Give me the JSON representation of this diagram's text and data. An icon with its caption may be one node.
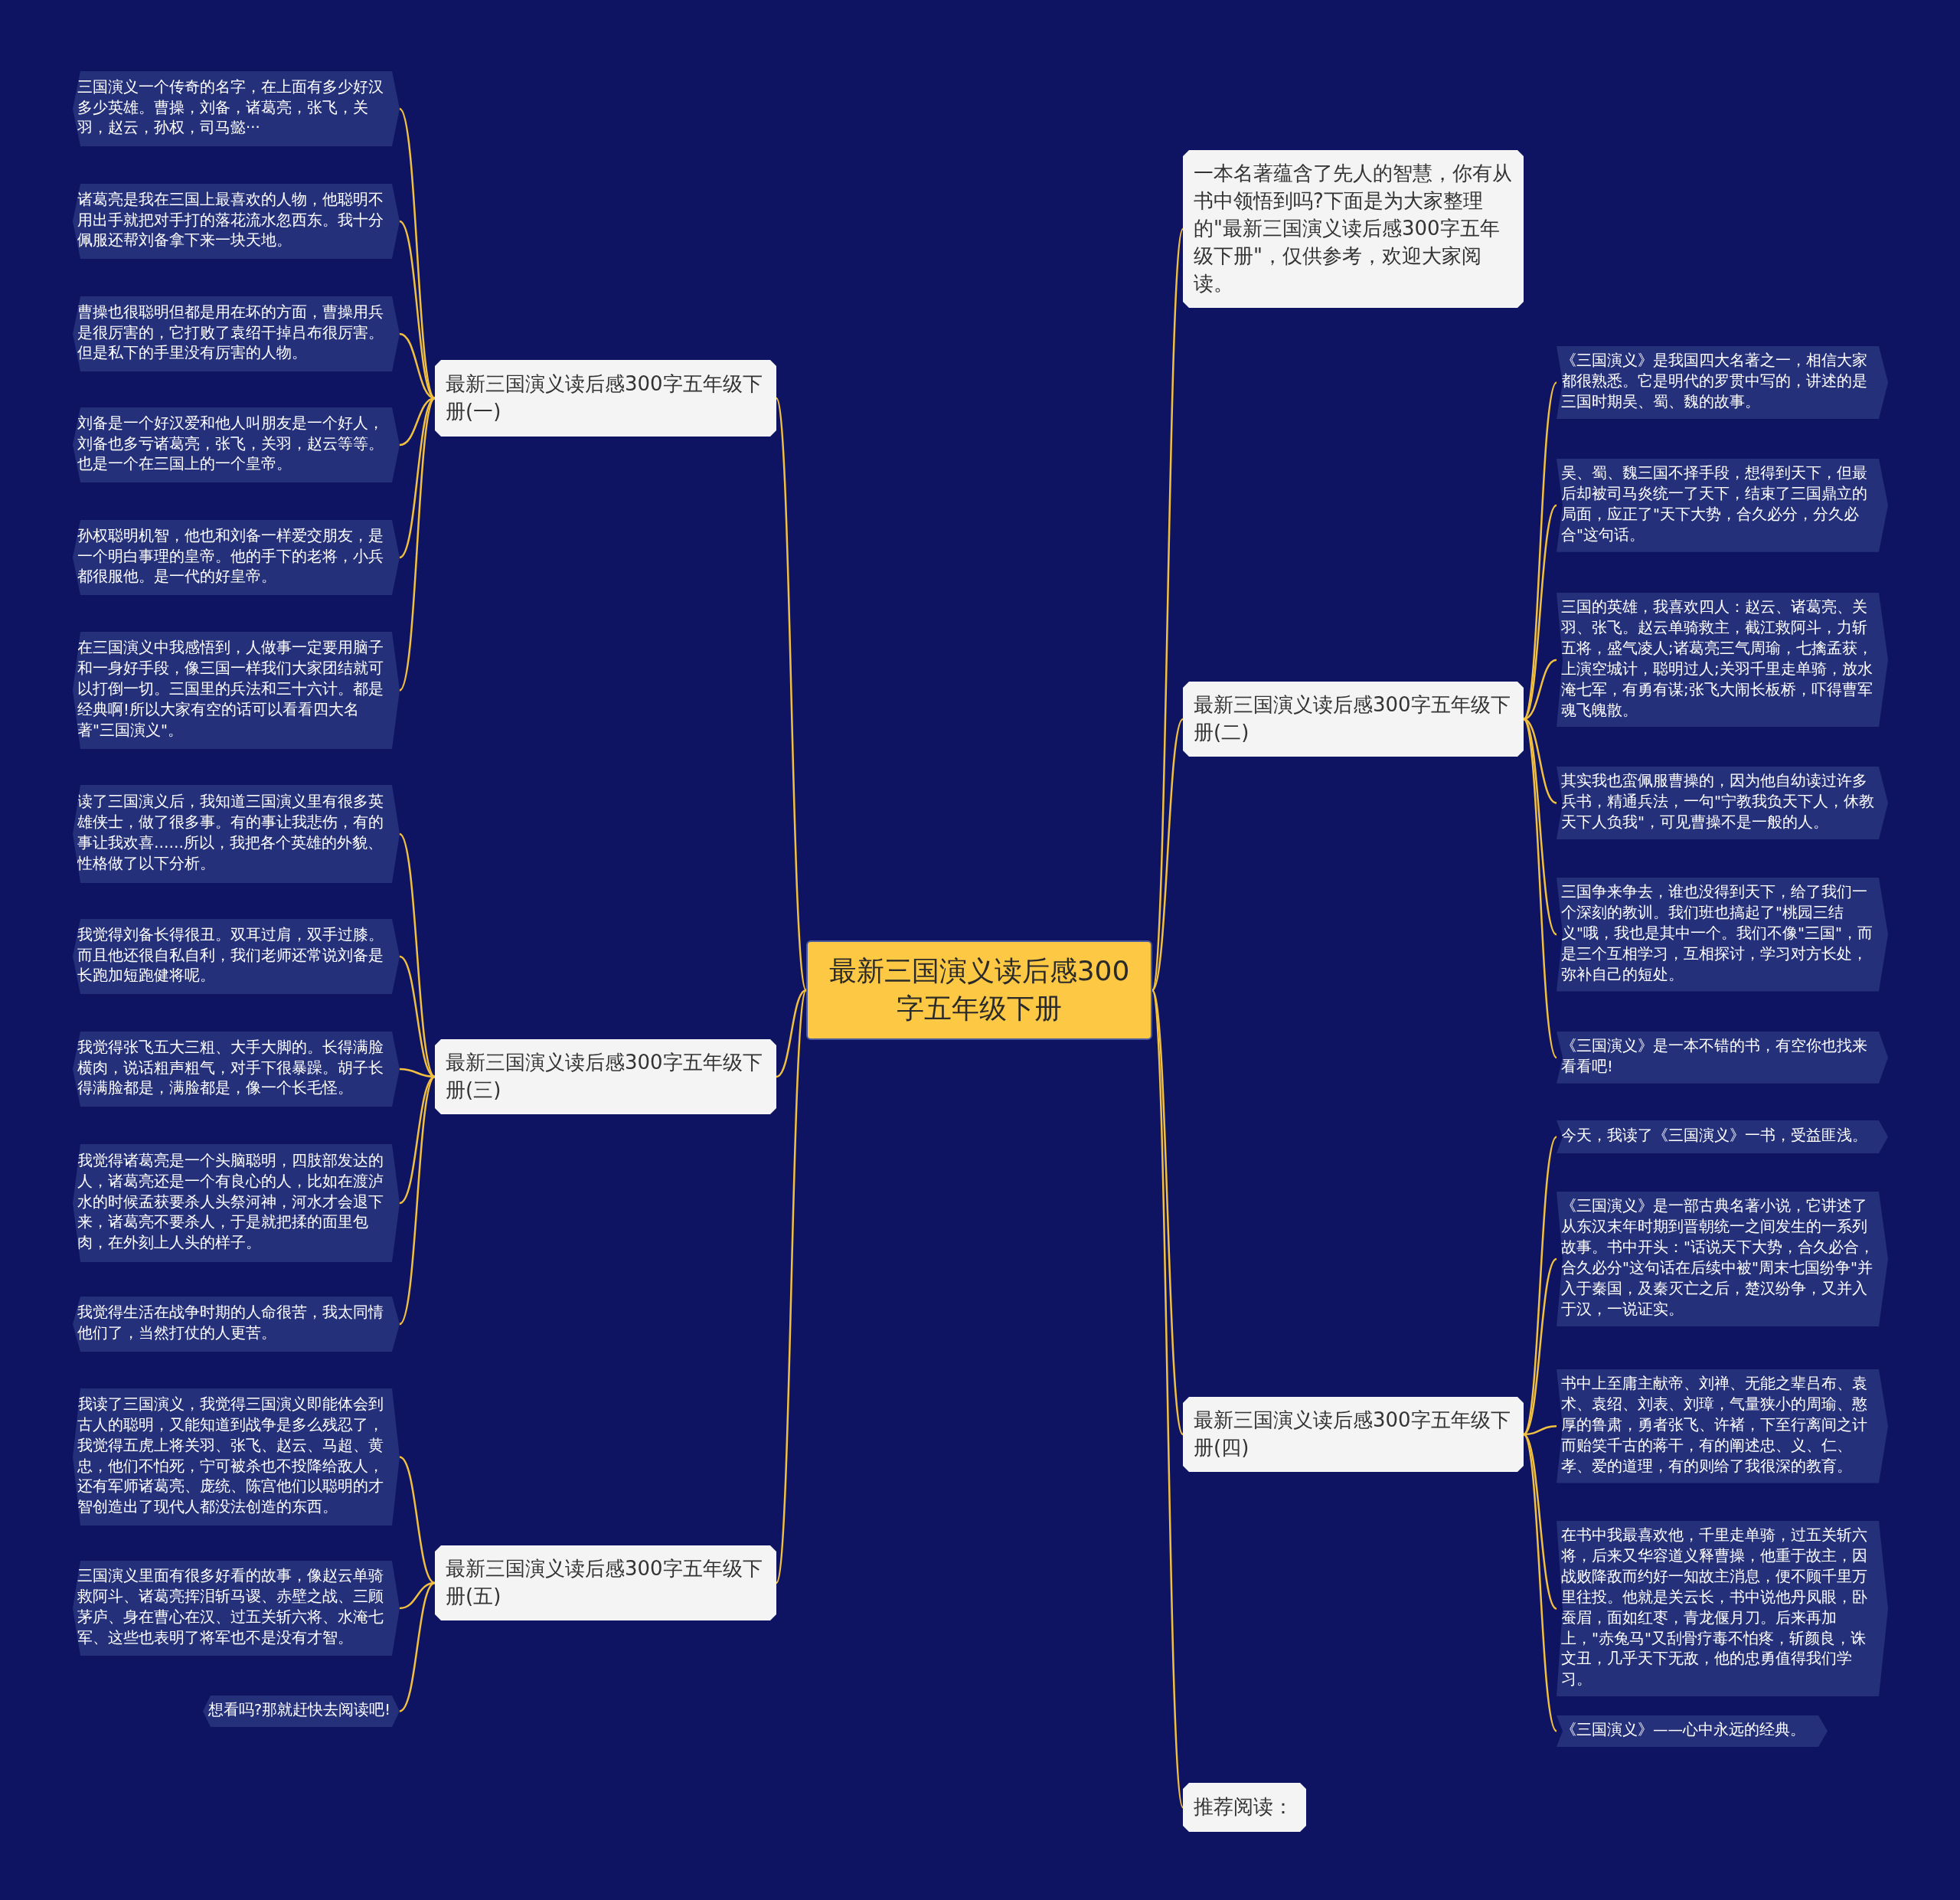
{
  "diagram": {
    "nodes": [
      {
        "text": [
          "最新三国演义读后感300字五年级下册"
        ]
      },
      {
        "text": [
          "最新三国演义读后感300字五年级下册(一)"
        ]
      },
      {
        "text": [
          "三国演义一个传奇的名字，在上面有多少好汉多少英雄。曹操，刘备，诸葛亮，张飞，关羽，赵云，孙权，司马懿···"
        ]
      },
      {
        "text": [
          "诸葛亮是我在三国上最喜欢的人物，他聪明不用出手就把对手打的落花流水忽西东。我十分佩服还帮刘备拿下来一块天地。"
        ]
      },
      {
        "text": [
          "曹操也很聪明但都是用在坏的方面，曹操用兵是很厉害的，它打败了袁绍干掉吕布很厉害。但是私下的手里没有厉害的人物。"
        ]
      },
      {
        "text": [
          "刘备是一个好汉爱和他人叫朋友是一个好人，刘备也多亏诸葛亮，张飞，关羽，赵云等等。也是一个在三国上的一个皇帝。"
        ]
      },
      {
        "text": [
          "孙权聪明机智，他也和刘备一样爱交朋友，是一个明白事理的皇帝。他的手下的老将，小兵都很服他。是一代的好皇帝。"
        ]
      },
      {
        "text": [
          "在三国演义中我感悟到，人做事一定要用脑子和一身好手段，像三国一样我们大家团结就可以打倒一切。三国里的兵法和三十六计。都是经典啊!所以大家有空的话可以看看四大名著\"三国演义\"。"
        ]
      },
      {
        "text": [
          "最新三国演义读后感300字五年级下册(三)"
        ]
      },
      {
        "text": [
          "读了三国演义后，我知道三国演义里有很多英雄侠士，做了很多事。有的事让我悲伤，有的事让我欢喜……所以，我把各个英雄的外貌、性格做了以下分析。"
        ]
      },
      {
        "text": [
          "我觉得刘备长得很丑。双耳过肩，双手过膝。而且他还很自私自利，我们老师还常说刘备是长跑加短跑健将呢。"
        ]
      },
      {
        "text": [
          "我觉得张飞五大三粗、大手大脚的。长得满脸横肉，说话粗声粗气，对手下很暴躁。胡子长得满脸都是，满脸都是，像一个长毛怪。"
        ]
      },
      {
        "text": [
          "我觉得诸葛亮是一个头脑聪明，四肢部发达的人，诸葛亮还是一个有良心的人，比如在渡泸水的时候孟获要杀人头祭河神，河水才会退下来，诸葛亮不要杀人，于是就把揉的面里包肉，在外刻上人头的样子。"
        ]
      },
      {
        "text": [
          "我觉得生活在战争时期的人命很苦，我太同情他们了，当然打仗的人更苦。"
        ]
      },
      {
        "text": [
          "最新三国演义读后感300字五年级下册(五)"
        ]
      },
      {
        "text": [
          "我读了三国演义，我觉得三国演义即能体会到古人的聪明，又能知道到战争是多么残忍了，我觉得五虎上将关羽、张飞、赵云、马超、黄忠，他们不怕死，宁可被杀也不投降给敌人，还有军师诸葛亮、庞统、陈宫他们以聪明的才智创造出了现代人都没法创造的东西。"
        ]
      },
      {
        "text": [
          "三国演义里面有很多好看的故事，像赵云单骑救阿斗、诸葛亮挥泪斩马谡、赤壁之战、三顾茅庐、身在曹心在汉、过五关斩六将、水淹七军、这些也表明了将军也不是没有才智。"
        ]
      },
      {
        "text": [
          "想看吗?那就赶快去阅读吧!"
        ]
      },
      {
        "text": [
          "一本名著蕴含了先人的智慧，你有从书中领悟到吗?下面是为大家整理的\"最新三国演义读后感300字五年级下册\"，仅供参考，欢迎大家阅读。"
        ]
      },
      {
        "text": [
          "最新三国演义读后感300字五年级下册(二)"
        ]
      },
      {
        "text": [
          "《三国演义》是我国四大名著之一，相信大家都很熟悉。它是明代的罗贯中写的，讲述的是三国时期吴、蜀、魏的故事。"
        ]
      },
      {
        "text": [
          "吴、蜀、魏三国不择手段，想得到天下，但最后却被司马炎统一了天下，结束了三国鼎立的局面，应正了\"天下大势，合久必分，分久必合\"这句话。"
        ]
      },
      {
        "text": [
          "三国的英雄，我喜欢四人：赵云、诸葛亮、关羽、张飞。赵云单骑救主，截江救阿斗，力斩五将，盛气凌人;诸葛亮三气周瑜，七擒孟获，上演空城计，聪明过人;关羽千里走单骑，放水淹七军，有勇有谋;张飞大闹长板桥，吓得曹军魂飞魄散。"
        ]
      },
      {
        "text": [
          "其实我也蛮佩服曹操的，因为他自幼读过许多兵书，精通兵法，一句\"宁教我负天下人，休教天下人负我\"，可见曹操不是一般的人。"
        ]
      },
      {
        "text": [
          "三国争来争去，谁也没得到天下，给了我们一个深刻的教训。我们班也搞起了\"桃园三结义\"哦，我也是其中一个。我们不像\"三国\"，而是三个互相学习，互相探讨，学习对方长处，弥补自己的短处。"
        ]
      },
      {
        "text": [
          "《三国演义》是一本不错的书，有空你也找来看看吧!"
        ]
      },
      {
        "text": [
          "最新三国演义读后感300字五年级下册(四)"
        ]
      },
      {
        "text": [
          "今天，我读了《三国演义》一书，受益匪浅。"
        ]
      },
      {
        "text": [
          "《三国演义》是一部古典名著小说，它讲述了从东汉末年时期到晋朝统一之间发生的一系列故事。书中开头：\"话说天下大势，合久必合，合久必分\"这句话在后续中被\"周末七国纷争\"并入于秦国，及秦灭亡之后，楚汉纷争，又并入于汉，一说证实。"
        ]
      },
      {
        "text": [
          "书中上至庸主献帝、刘禅、无能之辈吕布、袁术、袁绍、刘表、刘璋，气量狭小的周瑜、憨厚的鲁肃，勇者张飞、许褚，下至行离间之计而贻笑千古的蒋干，有的阐述忠、义、仁、孝、爱的道理，有的则给了我很深的教育。"
        ]
      },
      {
        "text": [
          "在书中我最喜欢他，千里走单骑，过五关斩六将，后来又华容道义释曹操，他重于故主，因战败降敌而约好一知故主消息，便不顾千里万里往投。他就是关云长，书中说他丹凤眼，卧蚕眉，面如红枣，青龙偃月刀。后来再加上，\"赤兔马\"又刮骨疗毒不怕疼，斩颜良，诛文丑，几乎天下无敌，他的忠勇值得我们学习。"
        ]
      },
      {
        "text": [
          "《三国演义》——心中永远的经典。"
        ]
      },
      {
        "text": [
          "推荐阅读："
        ]
      }
    ],
    "edges": [
      {
        "from": 0,
        "to": 1,
        "arrow": "none"
      },
      {
        "from": 1,
        "to": 2,
        "arrow": "none"
      },
      {
        "from": 1,
        "to": 3,
        "arrow": "none"
      },
      {
        "from": 1,
        "to": 4,
        "arrow": "none"
      },
      {
        "from": 1,
        "to": 5,
        "arrow": "none"
      },
      {
        "from": 1,
        "to": 6,
        "arrow": "none"
      },
      {
        "from": 1,
        "to": 7,
        "arrow": "none"
      },
      {
        "from": 0,
        "to": 8,
        "arrow": "none"
      },
      {
        "from": 8,
        "to": 9,
        "arrow": "none"
      },
      {
        "from": 8,
        "to": 10,
        "arrow": "none"
      },
      {
        "from": 8,
        "to": 11,
        "arrow": "none"
      },
      {
        "from": 8,
        "to": 12,
        "arrow": "none"
      },
      {
        "from": 8,
        "to": 13,
        "arrow": "none"
      },
      {
        "from": 0,
        "to": 14,
        "arrow": "none"
      },
      {
        "from": 14,
        "to": 15,
        "arrow": "none"
      },
      {
        "from": 14,
        "to": 16,
        "arrow": "none"
      },
      {
        "from": 14,
        "to": 17,
        "arrow": "none"
      },
      {
        "from": 0,
        "to": 18,
        "arrow": "none"
      },
      {
        "from": 0,
        "to": 19,
        "arrow": "none"
      },
      {
        "from": 19,
        "to": 20,
        "arrow": "none"
      },
      {
        "from": 19,
        "to": 21,
        "arrow": "none"
      },
      {
        "from": 19,
        "to": 22,
        "arrow": "none"
      },
      {
        "from": 19,
        "to": 23,
        "arrow": "none"
      },
      {
        "from": 19,
        "to": 24,
        "arrow": "none"
      },
      {
        "from": 19,
        "to": 25,
        "arrow": "none"
      },
      {
        "from": 0,
        "to": 26,
        "arrow": "none"
      },
      {
        "from": 26,
        "to": 27,
        "arrow": "none"
      },
      {
        "from": 26,
        "to": 28,
        "arrow": "none"
      },
      {
        "from": 26,
        "to": 29,
        "arrow": "none"
      },
      {
        "from": 26,
        "to": 30,
        "arrow": "none"
      },
      {
        "from": 26,
        "to": 31,
        "arrow": "none"
      },
      {
        "from": 0,
        "to": 32,
        "arrow": "none"
      }
    ]
  }
}
